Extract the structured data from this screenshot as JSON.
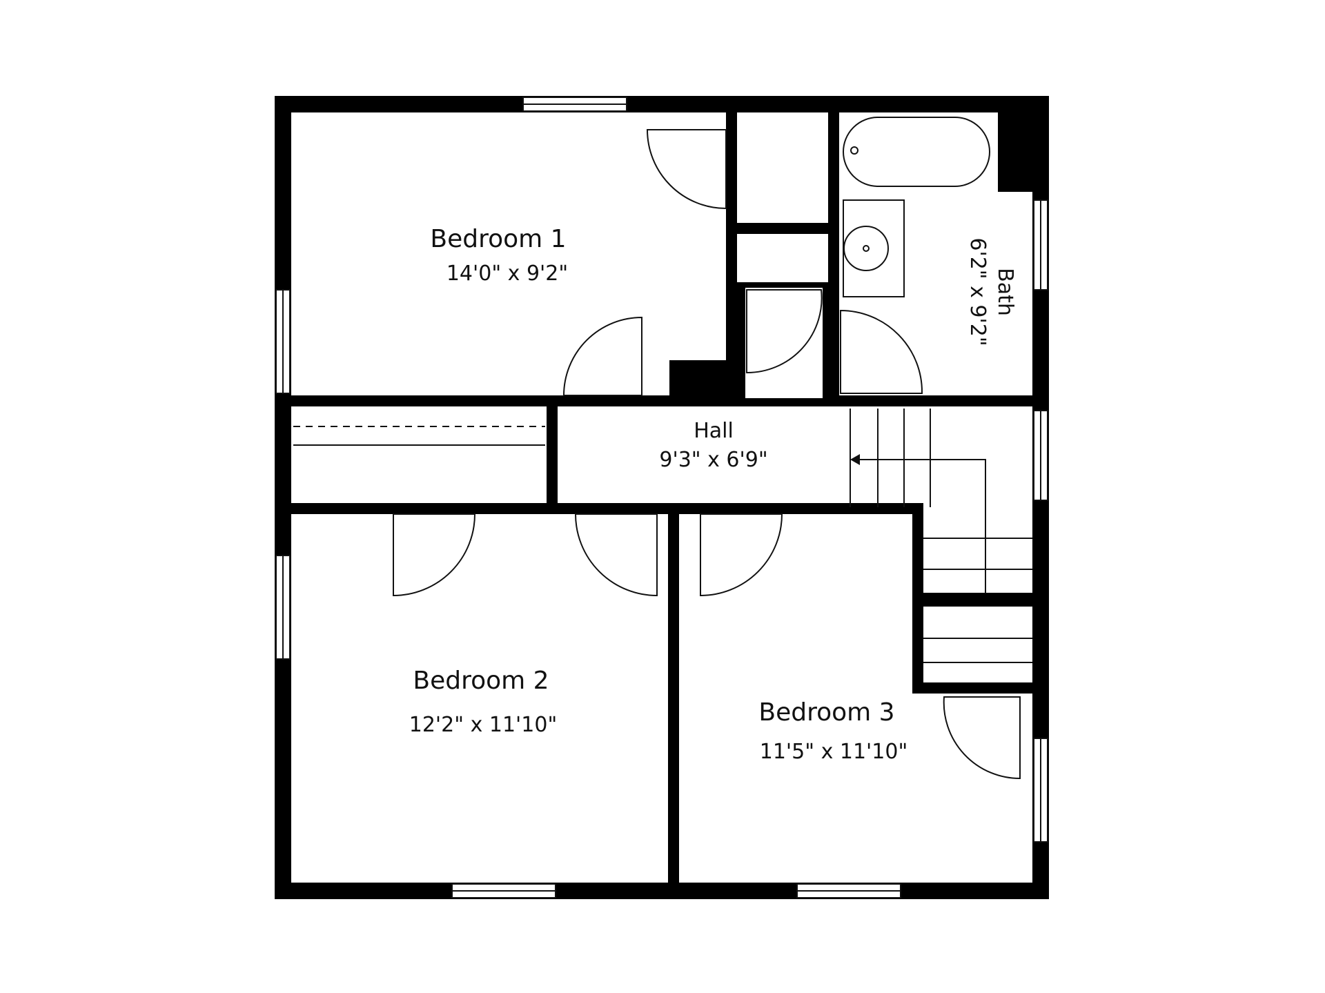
{
  "floorplan": {
    "rooms": [
      {
        "id": "bedroom-1",
        "name": "Bedroom 1",
        "dims": "14'0\" x 9'2\""
      },
      {
        "id": "bath",
        "name": "Bath",
        "dims": "6'2\" x 9'2\""
      },
      {
        "id": "hall",
        "name": "Hall",
        "dims": "9'3\" x 6'9\""
      },
      {
        "id": "bedroom-2",
        "name": "Bedroom 2",
        "dims": "12'2\" x 11'10\""
      },
      {
        "id": "bedroom-3",
        "name": "Bedroom 3",
        "dims": "11'5\" x 11'10\""
      }
    ],
    "colors": {
      "wall": "#000000",
      "line": "#111111",
      "background": "#ffffff"
    }
  }
}
